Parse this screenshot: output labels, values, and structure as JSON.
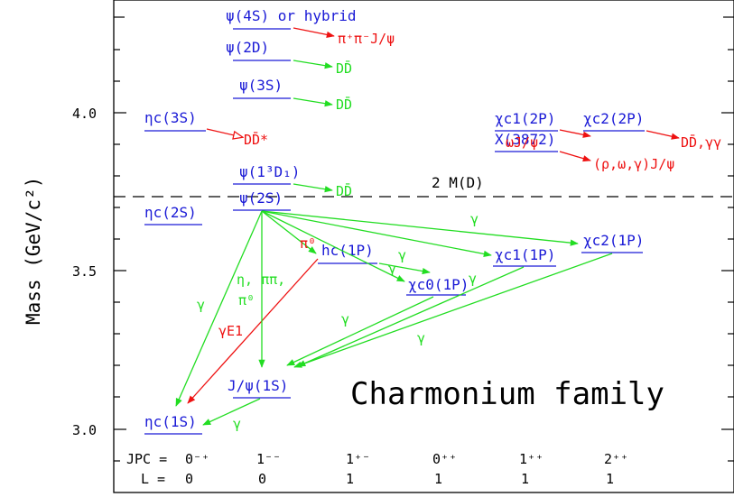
{
  "diagram": {
    "title": "Charmonium family",
    "y_axis": {
      "label": "Mass (GeV/c²)",
      "ticks": [
        "4.0",
        "3.5",
        "3.0"
      ]
    },
    "threshold_label": "2 M(D)",
    "colors": {
      "level": "#1a1ad6",
      "green": "#22dd22",
      "red": "#ee1111",
      "black": "#000000"
    },
    "levels": {
      "psi4s": "ψ(4S) or hybrid",
      "psi2d": "ψ(2D)",
      "psi3s": "ψ(3S)",
      "etac3s": "ηc(3S)",
      "psi13d1": "ψ(1³D₁)",
      "psi2s": "ψ(2S)",
      "etac2s": "ηc(2S)",
      "hc1p": "hc(1P)",
      "chic01p": "χc0(1P)",
      "chic11p": "χc1(1P)",
      "chic21p": "χc2(1P)",
      "chic12p": "χc1(2P)",
      "x3872": "X(3872)",
      "chic22p": "χc2(2P)",
      "jpsi1s": "J/ψ(1S)",
      "etac1s": "ηc(1S)"
    },
    "decays": {
      "pipijpsi": "π⁺π⁻J/ψ",
      "dd_2d": "DD̄",
      "dd_3s": "DD̄",
      "ddstar": "DD̄*",
      "dd_13d1": "DD̄",
      "omegajpsi": "ωJ/ψ",
      "rhoomegagamma": "(ρ,ω,γ)J/ψ",
      "ddgg": "DD̄,γγ",
      "gamma_a": "γ",
      "gamma_b": "γ",
      "gamma_c": "γ",
      "gamma_d": "γ",
      "gamma_e": "γ",
      "gamma_f": "γ",
      "gamma_g": "γ",
      "gamma_h": "γ",
      "pi0_red": "π⁰",
      "gamma_e1": "γE1",
      "eta_pipi": "η, ππ,",
      "pi0_green": "π⁰"
    },
    "quantum_numbers": {
      "jpc_label": "JPC =",
      "l_label": "L =",
      "columns": [
        {
          "jpc": "0⁻⁺",
          "l": "0"
        },
        {
          "jpc": "1⁻⁻",
          "l": "0"
        },
        {
          "jpc": "1⁺⁻",
          "l": "1"
        },
        {
          "jpc": "0⁺⁺",
          "l": "1"
        },
        {
          "jpc": "1⁺⁺",
          "l": "1"
        },
        {
          "jpc": "2⁺⁺",
          "l": "1"
        }
      ]
    }
  }
}
